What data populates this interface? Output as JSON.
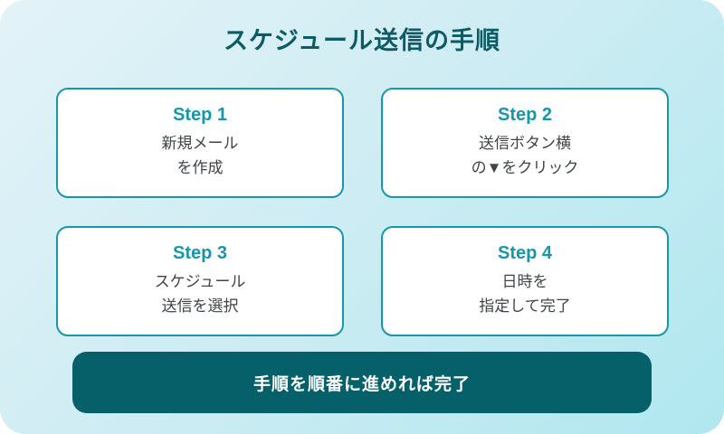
{
  "header": {
    "title": "スケジュール送信の手順"
  },
  "steps": [
    {
      "label": "Step 1",
      "line1": "新規メール",
      "line2": "を作成"
    },
    {
      "label": "Step 2",
      "line1": "送信ボタン横",
      "line2": "の▼をクリック"
    },
    {
      "label": "Step 3",
      "line1": "スケジュール",
      "line2": "送信を選択"
    },
    {
      "label": "Step 4",
      "line1": "日時を",
      "line2": "指定して完了"
    }
  ],
  "footer": {
    "label": "手順を順番に進めれば完了"
  },
  "colors": {
    "background_start": "#e3f3f8",
    "background_mid": "#cdecf3",
    "background_end": "#b0e7ef",
    "title_text": "#0c5b65",
    "card_bg": "#ffffff",
    "card_border": "#1797ab",
    "step_accent": "#1697ac",
    "body_text": "#3f4447",
    "banner_bg": "#05606a",
    "banner_text": "#ffffff"
  }
}
